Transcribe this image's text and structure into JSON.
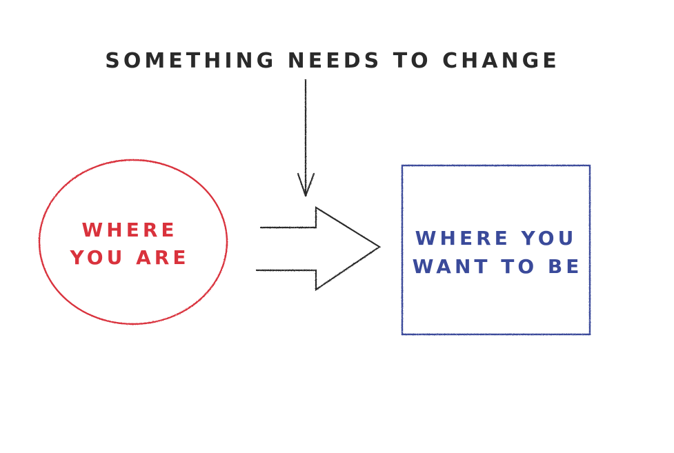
{
  "diagram": {
    "top_label": "SOMETHING NEEDS TO CHANGE",
    "current_state": {
      "line1": "WHERE",
      "line2": "YOU ARE",
      "color": "#d9323c"
    },
    "desired_state": {
      "line1": "WHERE YOU",
      "line2": "WANT TO BE",
      "color": "#3a4a9a"
    },
    "label_color": "#2a2a2a",
    "arrow_color": "#2a2a2a"
  }
}
